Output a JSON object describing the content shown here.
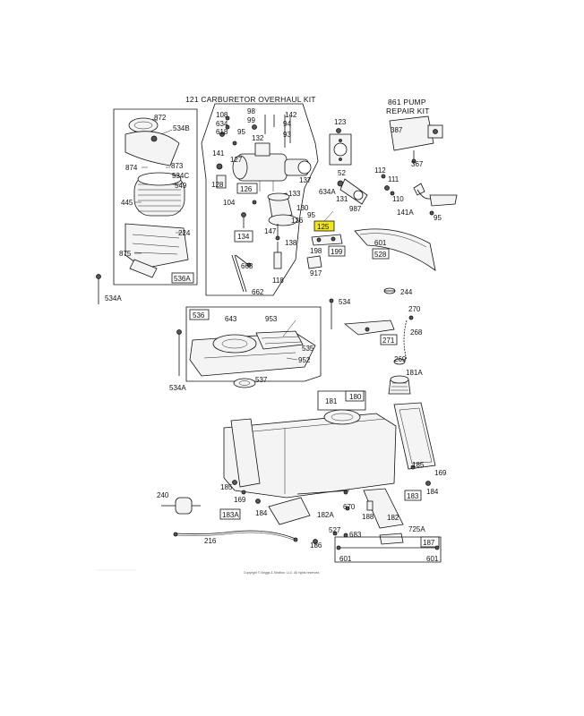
{
  "titles": {
    "carb_kit": "121 CARBURETOR OVERHAUL KIT",
    "pump_kit_line1": "861 PUMP",
    "pump_kit_line2": "REPAIR KIT"
  },
  "labels": {
    "p872": "872",
    "p534B": "534B",
    "p874": "874",
    "p873": "873",
    "p534C": "534C",
    "p549": "549",
    "p445": "445",
    "p224": "224",
    "p875": "875",
    "p536A_box": "536A",
    "p534A_left": "534A",
    "p108": "108",
    "p98": "98",
    "p634": "634",
    "p99": "99",
    "p618": "618",
    "p95a": "95",
    "p132": "132",
    "p141": "141",
    "p127": "127",
    "p128": "128",
    "p126_box": "126",
    "p133": "133",
    "p104": "104",
    "p137": "137",
    "p136": "136",
    "p130": "130",
    "p95b": "95",
    "p147": "147",
    "p138": "138",
    "p134_box": "134",
    "p663": "663",
    "p118": "118",
    "p662": "662",
    "p142": "142",
    "p94": "94",
    "p93": "93",
    "p123": "123",
    "p52": "52",
    "p634A": "634A",
    "p131": "131",
    "p987": "987",
    "p125_box": "125",
    "p198": "198",
    "p199_box": "199",
    "p917": "917",
    "p387": "387",
    "p367": "367",
    "p112": "112",
    "p111": "111",
    "p110": "110",
    "p141A": "141A",
    "p95c": "95",
    "p601a": "601",
    "p528_box": "528",
    "p534": "534",
    "p244": "244",
    "p536_box": "536",
    "p643": "643",
    "p953": "953",
    "p535": "535",
    "p952": "952",
    "p537": "537",
    "p534A_mid": "534A",
    "p270": "270",
    "p268": "268",
    "p271_box": "271",
    "p269": "269",
    "p181A": "181A",
    "p181": "181",
    "p180_box": "180",
    "p185a": "185",
    "p169a": "169",
    "p183_box": "183",
    "p184a": "184",
    "p185b": "185",
    "p169b": "169",
    "p184b": "184",
    "p183A_box": "183A",
    "p240": "240",
    "p216": "216",
    "p182A": "182A",
    "p670": "670",
    "p188": "188",
    "p182": "182",
    "p527": "527",
    "p683": "683",
    "p186": "186",
    "p725A": "725A",
    "p187_box": "187",
    "p601b": "601",
    "p601c": "601"
  },
  "copyright": "Copyright © Briggs & Stratton, LLC. All rights reserved.",
  "colors": {
    "highlight": "#f4e61a",
    "ink": "#111111",
    "background": "#ffffff"
  }
}
